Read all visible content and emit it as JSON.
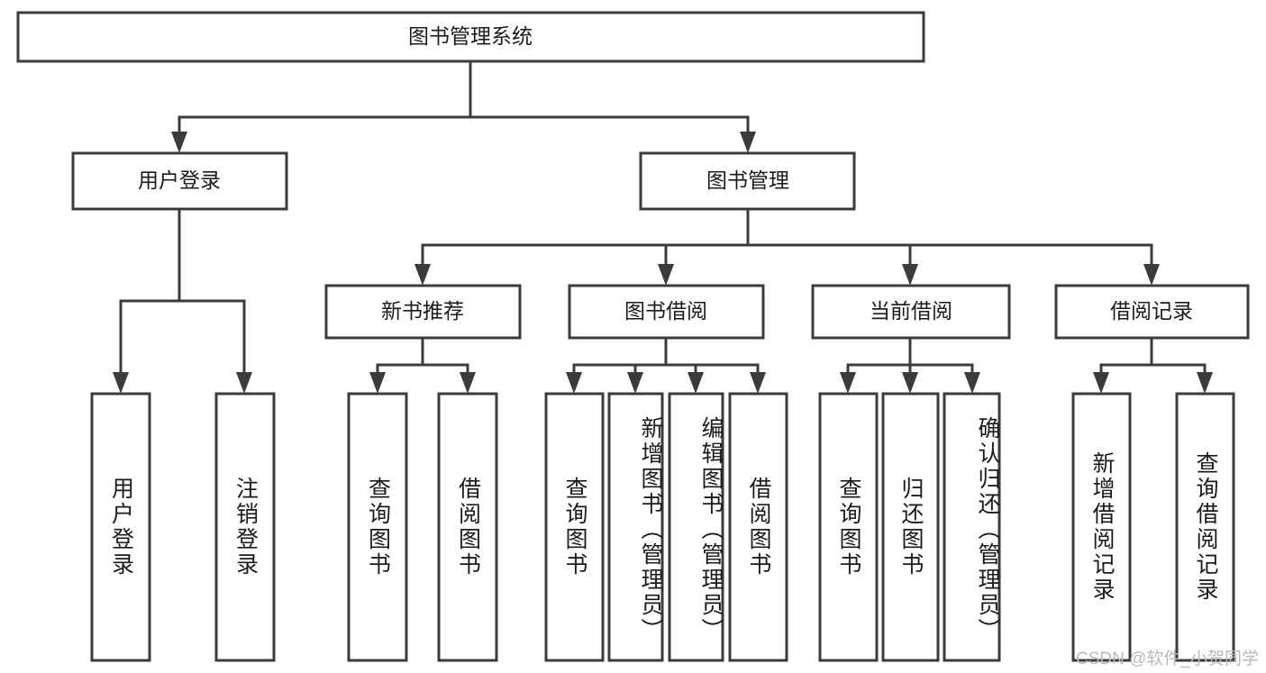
{
  "diagram": {
    "type": "tree",
    "title": "图书管理系统",
    "style": {
      "box_fill": "#ffffff",
      "box_stroke": "#3b3b3b",
      "text_color": "#1b1b1b",
      "background": "#ffffff",
      "watermark_color": "#b9b9b9"
    },
    "levels": {
      "root": {
        "label": "图书管理系统"
      },
      "level2": [
        {
          "label": "用户登录"
        },
        {
          "label": "图书管理"
        }
      ],
      "level3": [
        {
          "label": "新书推荐"
        },
        {
          "label": "图书借阅"
        },
        {
          "label": "当前借阅"
        },
        {
          "label": "借阅记录"
        }
      ],
      "leaves": [
        {
          "label": "用户登录",
          "parent": "用户登录"
        },
        {
          "label": "注销登录",
          "parent": "用户登录"
        },
        {
          "label": "查询图书",
          "parent": "新书推荐"
        },
        {
          "label": "借阅图书",
          "parent": "新书推荐"
        },
        {
          "label": "查询图书",
          "parent": "图书借阅"
        },
        {
          "label": "新增图书（管理员）",
          "parent": "图书借阅"
        },
        {
          "label": "编辑图书（管理员）",
          "parent": "图书借阅"
        },
        {
          "label": "借阅图书",
          "parent": "图书借阅"
        },
        {
          "label": "查询图书",
          "parent": "当前借阅"
        },
        {
          "label": "归还图书",
          "parent": "当前借阅"
        },
        {
          "label": "确认归还（管理员）",
          "parent": "当前借阅"
        },
        {
          "label": "新增借阅记录",
          "parent": "借阅记录"
        },
        {
          "label": "查询借阅记录",
          "parent": "借阅记录"
        }
      ]
    }
  },
  "watermark": {
    "text": "CSDN @软件_小贺同学"
  }
}
